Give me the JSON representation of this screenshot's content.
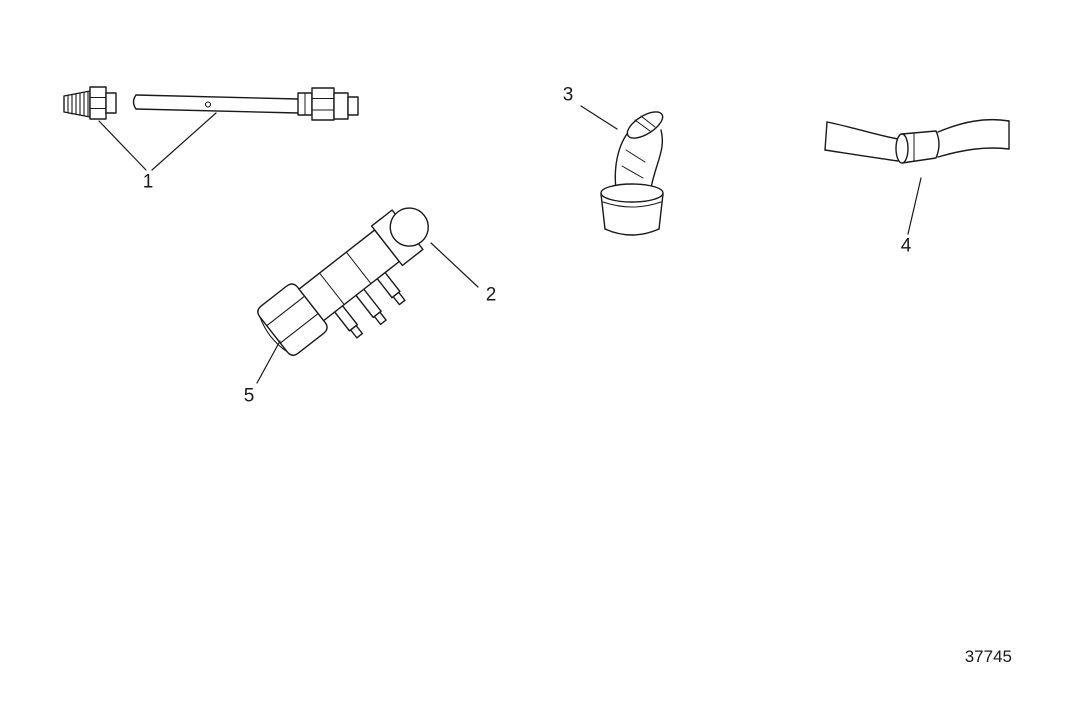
{
  "diagram": {
    "title": "parts-exploded-view",
    "figure_number": "37745",
    "colors": {
      "line": "#1a1a1a",
      "background": "#ffffff"
    },
    "callouts": [
      {
        "label": "1",
        "part": "threaded-fitting-and-tube-assembly"
      },
      {
        "label": "2",
        "part": "manifold-connector-with-nipples"
      },
      {
        "label": "3",
        "part": "elbow-fitting"
      },
      {
        "label": "4",
        "part": "hose-with-coupler"
      },
      {
        "label": "5",
        "part": "hex-nut"
      }
    ]
  }
}
